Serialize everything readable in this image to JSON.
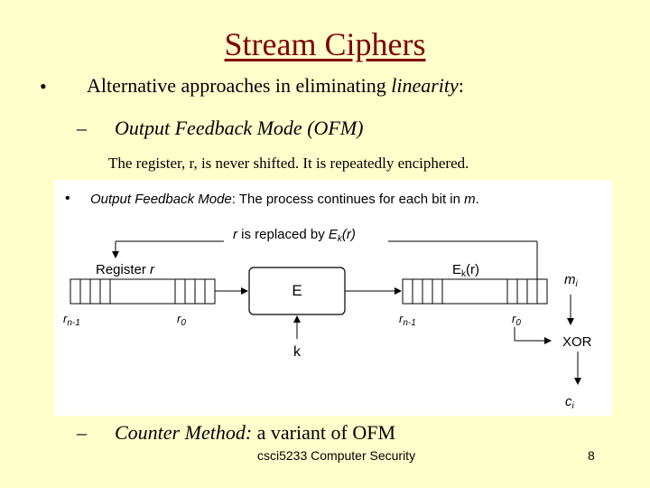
{
  "slide": {
    "title": "Stream Ciphers",
    "bullet": "•",
    "point": "Alternative approaches in eliminating",
    "point_em": "linearity",
    "point_end": ":",
    "dash": "–",
    "sub1": "Output Feedback Mode (OFM)",
    "note": "The register, r, is never shifted. It is repeatedly enciphered.",
    "sub2_em": "Counter Method:",
    "sub2_rest": " a variant of OFM",
    "footer": "csci5233 Computer Security",
    "page": "8"
  },
  "diagram": {
    "bullet": "•",
    "head_em": "Output Feedback Mode",
    "head_rest": ": The process continues for each bit in ",
    "head_m": "m",
    "head_dot": ".",
    "replaced_a": "r",
    "replaced_b": " is replaced by ",
    "replaced_c": "E",
    "replaced_d": "k",
    "replaced_e": "(r)",
    "register_label": "Register ",
    "register_r": "r",
    "e_label": "E",
    "ekr_label": "E",
    "ekr_sub": "k",
    "ekr_end": "(r)",
    "k_label": "k",
    "rn1_left": "r",
    "rn1_left_sub": "n-1",
    "r0_left": "r",
    "r0_left_sub": "0",
    "rn1_right": "r",
    "rn1_right_sub": "n-1",
    "r0_right": "r",
    "r0_right_sub": "0",
    "mi": "m",
    "mi_sub": "i",
    "xor": "XOR",
    "ci": "c",
    "ci_sub": "i"
  }
}
